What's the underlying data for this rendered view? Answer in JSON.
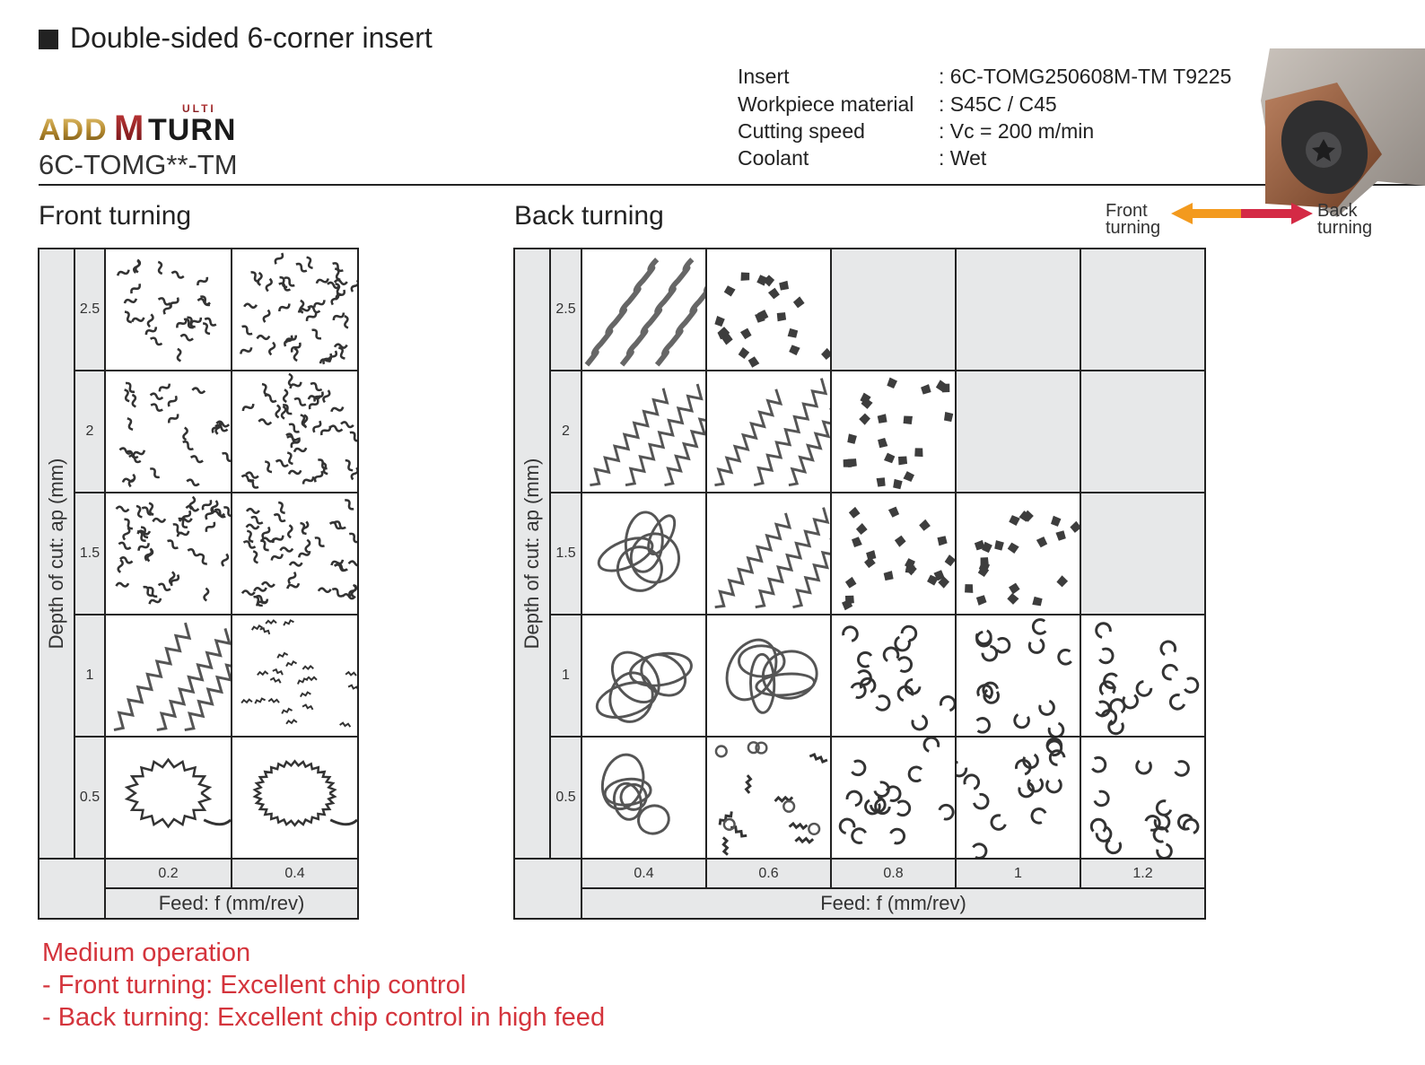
{
  "header": {
    "title": "Double-sided 6-corner insert",
    "brand": "ADDMULTITURN",
    "subtitle": "6C-TOMG**-TM"
  },
  "specs": [
    {
      "label": "Insert",
      "value": ": 6C-TOMG250608M-TM T9225"
    },
    {
      "label": "Workpiece material",
      "value": ": S45C / C45"
    },
    {
      "label": "Cutting speed",
      "value": ": Vc = 200 m/min"
    },
    {
      "label": "Coolant",
      "value": ": Wet"
    }
  ],
  "direction": {
    "front": [
      "Front",
      "turning"
    ],
    "back": [
      "Back",
      "turning"
    ],
    "front_color": "#f39a1e",
    "back_color": "#d42a45"
  },
  "front_turning": {
    "title": "Front turning",
    "y_label": "Depth of cut: ap (mm)",
    "x_label": "Feed: f (mm/rev)",
    "depths": [
      "2.5",
      "2",
      "1.5",
      "1",
      "0.5"
    ],
    "feeds": [
      "0.2",
      "0.4"
    ],
    "cells": [
      [
        "small-c",
        "dense-c"
      ],
      [
        "small-c",
        "dense-c"
      ],
      [
        "dense-c",
        "dense-c"
      ],
      [
        "diag-spring",
        "small-spring"
      ],
      [
        "ring",
        "ring"
      ]
    ]
  },
  "back_turning": {
    "title": "Back turning",
    "y_label": "Depth of cut: ap (mm)",
    "x_label": "Feed: f (mm/rev)",
    "depths": [
      "2.5",
      "2",
      "1.5",
      "1",
      "0.5"
    ],
    "feeds": [
      "0.4",
      "0.6",
      "0.8",
      "1",
      "1.2"
    ],
    "cells": [
      [
        "big-spring",
        "flakes",
        "none",
        "none",
        "none"
      ],
      [
        "diag-spring",
        "diag-spring",
        "flakes",
        "none",
        "none"
      ],
      [
        "tangle",
        "diag-spring",
        "flakes",
        "flakes",
        "none"
      ],
      [
        "tangle",
        "tangle",
        "curls",
        "curls",
        "curls"
      ],
      [
        "tangle",
        "mixed",
        "curls",
        "curls",
        "curls"
      ]
    ]
  },
  "notes": [
    "Medium operation",
    "- Front turning: Excellent chip control",
    "- Back turning: Excellent chip control in high feed"
  ],
  "colors": {
    "note": "#d4343c",
    "grid_fill": "#e7e8e9",
    "logo_gold": "#b58a2e",
    "logo_red": "#8e1a1e"
  }
}
